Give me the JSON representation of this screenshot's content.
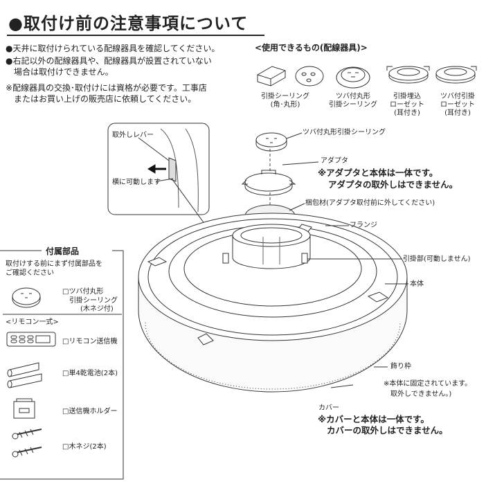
{
  "title": "●取付け前の注意事項について",
  "notes": [
    "●天井に取付けられている配線器具を確認してください。",
    "●右記以外の配線器具や、配線器具が設置されていない",
    "　場合は取付けできません。",
    "※配線器具の交換･取付けには資格が必要です。工事店",
    "　またはお買い上げの販売店に依頼してください。"
  ],
  "devices": {
    "heading": "<使用できるもの(配線器具)>",
    "items": [
      {
        "line1": "引掛シーリング",
        "line2": "(角･丸形)"
      },
      {
        "line1": "ツバ付丸形",
        "line2": "引掛シーリング"
      },
      {
        "line1": "引掛埋込",
        "line2": "ローゼット",
        "line3": "(耳付き)"
      },
      {
        "line1": "ツバ付引掛",
        "line2": "ローゼット",
        "line3": "(耳付き)"
      }
    ]
  },
  "inset": {
    "lever_label": "取外しレバー",
    "move_label": "横に可動します"
  },
  "labels": {
    "ceiling": "ツバ付丸形引掛シーリング",
    "adapter": "アダプタ",
    "adapter_warn_1": "※アダプタと本体は一体です。",
    "adapter_warn_2": "アダプタの取外しはできません。",
    "packing": "梱包材(アダプタ取付前に外してください)",
    "flange": "フランジ",
    "hook": "引掛部(可動しません)",
    "body": "本体",
    "frame": "飾り枠",
    "frame_note_1": "※本体に固定されています。",
    "frame_note_2": "取外しできません。)",
    "cover": "カバー",
    "cover_warn_1": "※カバーと本体は一体です。",
    "cover_warn_2": "カバーの取外しはできません。"
  },
  "accessories": {
    "heading": "付属部品",
    "intro_1": "取付けする前にまず付属部品を",
    "intro_2": "ご確認ください",
    "ceiling_1": "□ツバ付丸形",
    "ceiling_2": "引掛シーリング",
    "ceiling_3": "(木ネジ付)",
    "remote_heading": "<リモコン一式>",
    "remote": "□リモコン送信機",
    "battery": "□単4乾電池(2本)",
    "holder": "□送信機ホルダー",
    "screw": "□木ネジ(2本)"
  }
}
